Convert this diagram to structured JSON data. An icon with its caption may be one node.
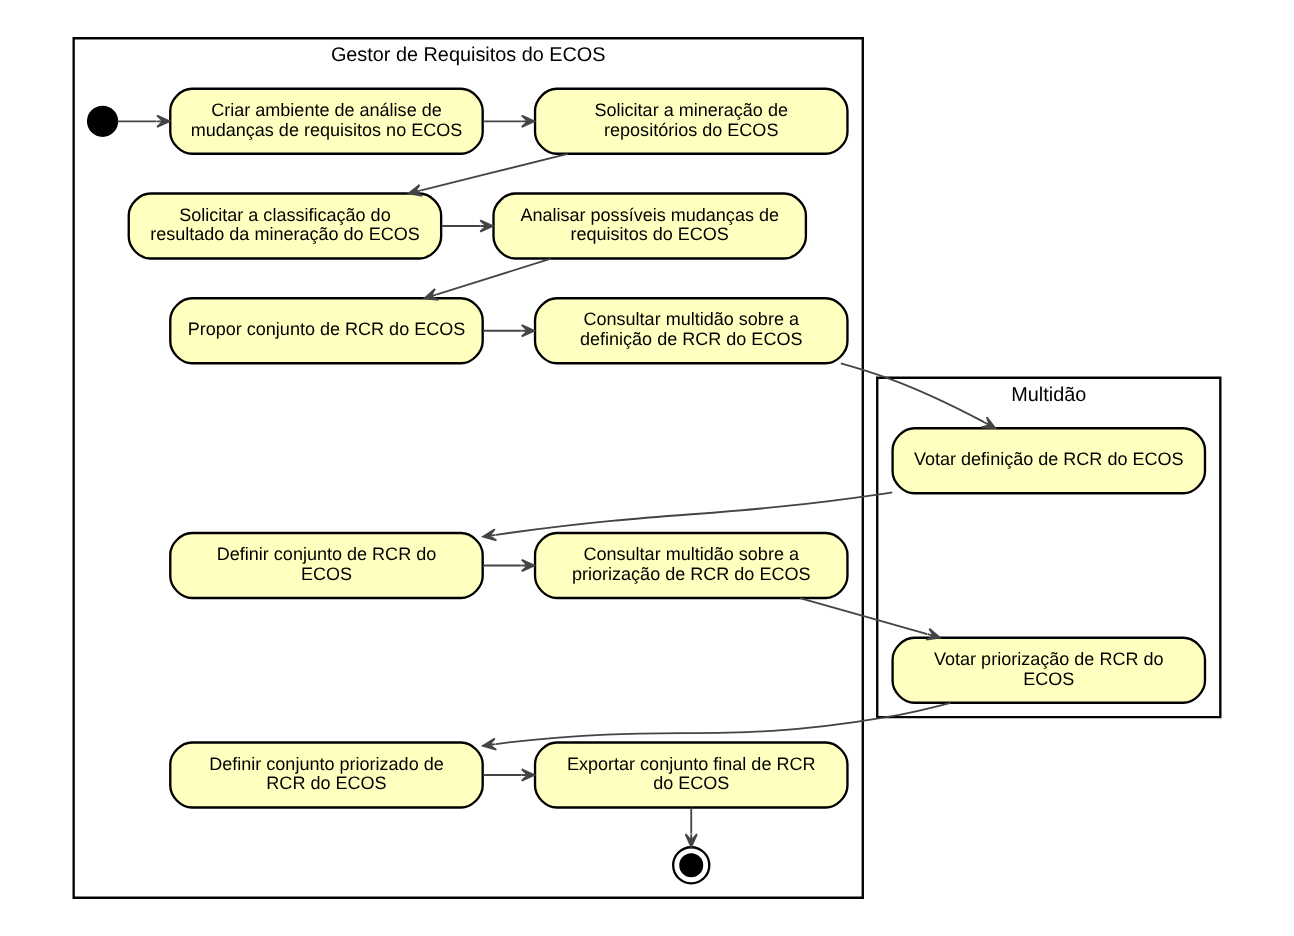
{
  "diagram": {
    "nodes": [
      {
        "text": [
          "Gestor de Requisitos do ECOS"
        ]
      },
      {
        "text": [],
        "shape": "circle",
        "in": 0
      },
      {
        "text": [
          "Criar ambiente de análise de mudanças de requisitos no ECOS"
        ],
        "in": 0
      },
      {
        "text": [
          "Solicitar a mineração de repositórios do ECOS"
        ],
        "in": 0
      },
      {
        "text": [
          "Solicitar a classificação do resultado da mineração do ECOS"
        ],
        "in": 0
      },
      {
        "text": [
          "Analisar possíveis mudanças de requisitos do ECOS"
        ],
        "in": 0
      },
      {
        "text": [
          "Propor conjunto de RCR do ECOS"
        ],
        "in": 0
      },
      {
        "text": [
          "Consultar multidão sobre a definição de RCR do ECOS"
        ],
        "in": 0
      },
      {
        "text": [
          "Definir conjunto de RCR do ECOS"
        ],
        "in": 0
      },
      {
        "text": [
          "Consultar multidão sobre a priorização de RCR do ECOS"
        ],
        "in": 0
      },
      {
        "text": [
          "Definir conjunto priorizado de RCR do ECOS"
        ],
        "in": 0
      },
      {
        "text": [
          "Exportar conjunto final de RCR do ECOS"
        ],
        "in": 0
      },
      {
        "text": [],
        "shape": "bullseye",
        "in": 0
      },
      {
        "text": [
          "Multidão"
        ]
      },
      {
        "text": [
          "Votar definição de RCR do ECOS"
        ],
        "in": 13
      },
      {
        "text": [
          "Votar priorização de RCR do ECOS"
        ],
        "in": 13
      }
    ],
    "edges": [
      {
        "from": 1,
        "to": 2,
        "arrow": "to"
      },
      {
        "from": 2,
        "to": 3,
        "arrow": "to"
      },
      {
        "from": 3,
        "to": 4,
        "arrow": "to"
      },
      {
        "from": 4,
        "to": 5,
        "arrow": "to"
      },
      {
        "from": 5,
        "to": 6,
        "arrow": "to"
      },
      {
        "from": 6,
        "to": 7,
        "arrow": "to"
      },
      {
        "from": 7,
        "to": 14,
        "arrow": "to"
      },
      {
        "from": 14,
        "to": 8,
        "arrow": "to"
      },
      {
        "from": 8,
        "to": 9,
        "arrow": "to"
      },
      {
        "from": 9,
        "to": 15,
        "arrow": "to"
      },
      {
        "from": 15,
        "to": 10,
        "arrow": "to"
      },
      {
        "from": 10,
        "to": 11,
        "arrow": "to"
      },
      {
        "from": 11,
        "to": 12,
        "arrow": "to"
      }
    ]
  }
}
